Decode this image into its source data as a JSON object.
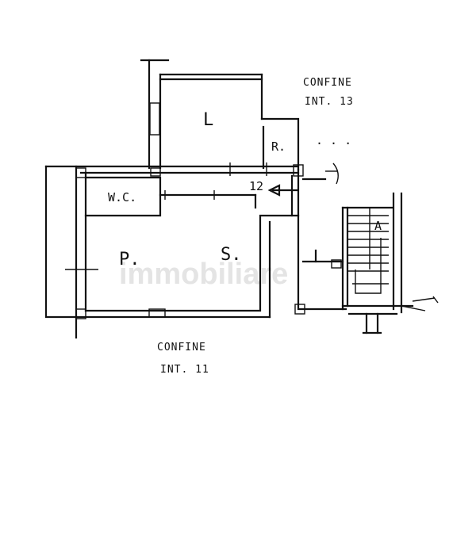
{
  "labels": {
    "confine_top_line1": "CONFINE",
    "confine_top_line2": "INT. 13",
    "confine_bottom_line1": "CONFINE",
    "confine_bottom_line2": "INT. 11",
    "room_l": "L",
    "room_r": "R.",
    "room_wc": "W.C.",
    "room_s": "S.",
    "room_p": "P.",
    "entry_number": "12",
    "stair_a": "A",
    "dots": "· · ·"
  },
  "watermark": "immobiliare"
}
